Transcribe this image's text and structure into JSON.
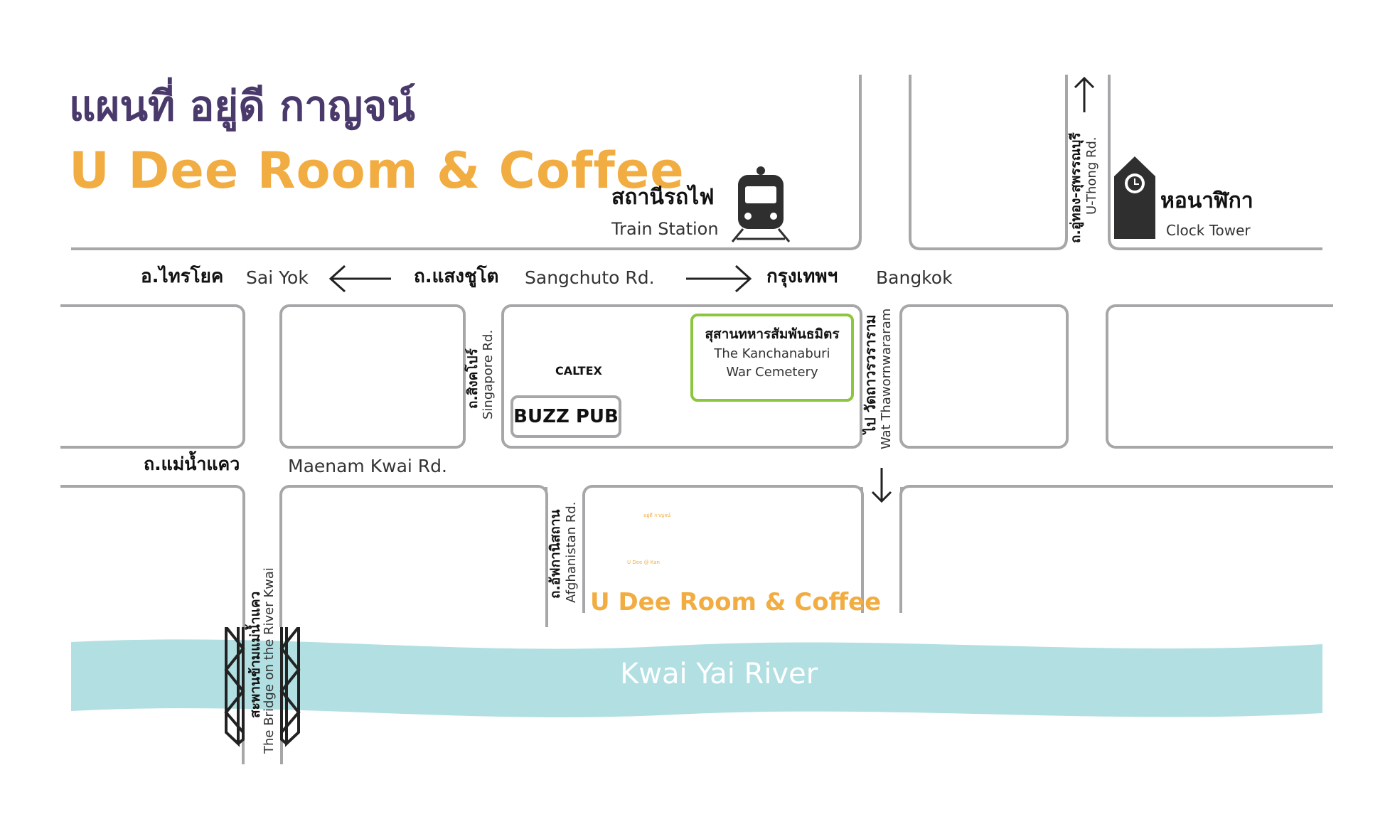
{
  "title": {
    "thai": "แผนที่ อยู่ดี กาญจน์",
    "english": "U Dee Room & Coffee"
  },
  "landmarks": {
    "train_station": {
      "thai": "สถานีรถไฟ",
      "english": "Train Station",
      "icon": "train-icon"
    },
    "clock_tower": {
      "thai": "หอนาฬิกา",
      "english": "Clock Tower",
      "icon": "clock-tower-icon"
    },
    "caltex": {
      "label": "CALTEX",
      "icon": "caltex-star-icon"
    },
    "buzz_pub": {
      "label": "BUZZ PUB"
    },
    "war_cemetery": {
      "thai": "สุสานทหารสัมพันธมิตร",
      "english_line1": "The Kanchanaburi",
      "english_line2": "War Cemetery"
    },
    "shop": {
      "label": "U Dee Room & Coffee",
      "logo_top": "อยู่ดี กาญจน์",
      "logo_bottom": "U Dee @ Kan"
    },
    "bridge": {
      "thai": "สะพานข้ามแม่น้ำแคว",
      "english": "The Bridge on the River Kwai"
    }
  },
  "roads": {
    "sangchuto": {
      "thai": "ถ.แสงชูโต",
      "english": "Sangchuto Rd."
    },
    "sai_yok": {
      "thai": "อ.ไทรโยค",
      "english": "Sai Yok"
    },
    "bangkok": {
      "thai": "กรุงเทพฯ",
      "english": "Bangkok"
    },
    "maenam_kwai": {
      "thai": "ถ.แม่น้ำแคว",
      "english": "Maenam Kwai Rd."
    },
    "singapore": {
      "thai": "ถ.สิงคโปร์",
      "english": "Singapore Rd."
    },
    "afghanistan": {
      "thai": "ถ.อัฟกานิสถาน",
      "english": "Afghanistan Rd."
    },
    "wat_thawornwararam": {
      "thai": "ไป วัดถาวรวราราม",
      "english": "Wat Thawornwararam"
    },
    "u_thong": {
      "thai": "ถ.อู่ทอง-สุพรรณบุรี",
      "english": "U-Thong Rd."
    }
  },
  "river": {
    "label": "Kwai Yai River"
  },
  "colors": {
    "title_purple": "#4a3a6c",
    "brand_orange": "#f2ad42",
    "road_gray": "#a7a7a9",
    "river_blue": "#b1dfe2",
    "cemetery_green": "#8cc63f",
    "caltex_red": "#e4252c",
    "caltex_teal": "#1e7f8c",
    "icon_dark": "#2f2f2f"
  }
}
